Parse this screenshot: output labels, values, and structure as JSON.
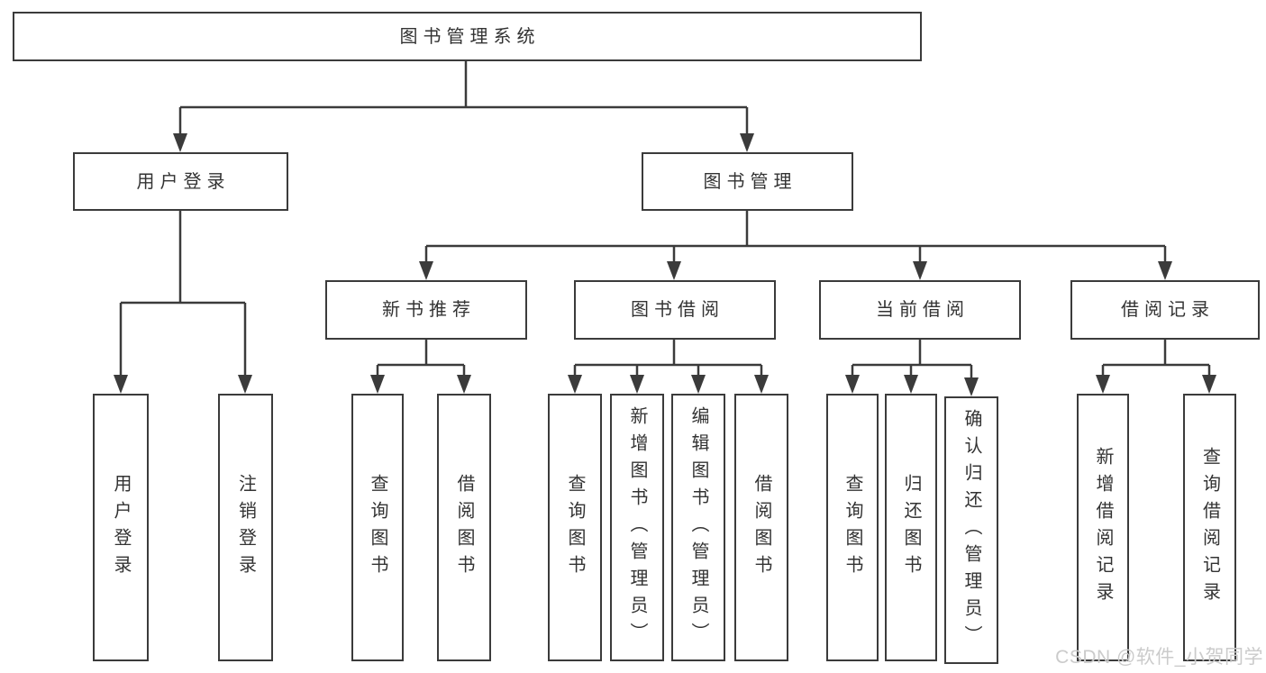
{
  "diagram": {
    "root": {
      "label": "图书管理系统",
      "children": [
        {
          "label": "用户登录",
          "children": [
            {
              "label": "用户登录"
            },
            {
              "label": "注销登录"
            }
          ]
        },
        {
          "label": "图书管理",
          "children": [
            {
              "label": "新书推荐",
              "children": [
                {
                  "label": "查询图书"
                },
                {
                  "label": "借阅图书"
                }
              ]
            },
            {
              "label": "图书借阅",
              "children": [
                {
                  "label": "查询图书"
                },
                {
                  "label": "新增图书（管理员）"
                },
                {
                  "label": "编辑图书（管理员）"
                },
                {
                  "label": "借阅图书"
                }
              ]
            },
            {
              "label": "当前借阅",
              "children": [
                {
                  "label": "查询图书"
                },
                {
                  "label": "归还图书"
                },
                {
                  "label": "确认归还（管理员）"
                }
              ]
            },
            {
              "label": "借阅记录",
              "children": [
                {
                  "label": "新增借阅记录"
                },
                {
                  "label": "查询借阅记录"
                }
              ]
            }
          ]
        }
      ]
    }
  },
  "watermark": {
    "text": "CSDN @软件_小贺同学"
  },
  "colors": {
    "line_color": "#3b3b3b",
    "box_border": "#3b3b3b",
    "box_fill": "#ffffff",
    "text_color": "#333333",
    "watermark_color": "#cbcbcb"
  }
}
